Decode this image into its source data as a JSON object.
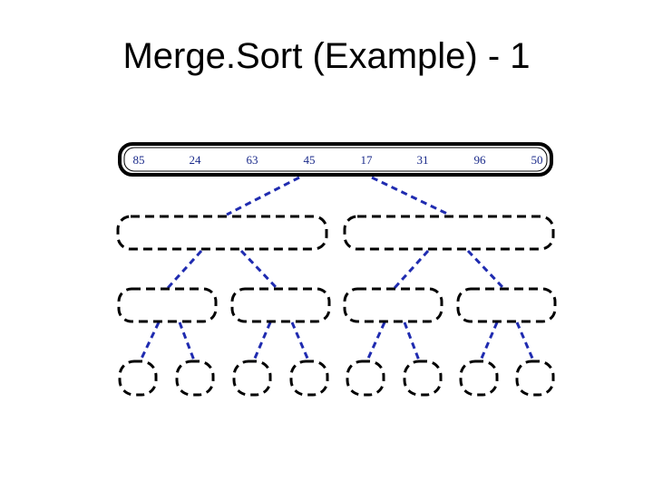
{
  "slide": {
    "title": "Merge.Sort (Example) - 1"
  },
  "root_values": [
    "85",
    "24",
    "63",
    "45",
    "17",
    "31",
    "96",
    "50"
  ],
  "colors": {
    "node_border": "#000000",
    "connector": "#1f2bb0",
    "value_text": "#1a2a8a"
  }
}
